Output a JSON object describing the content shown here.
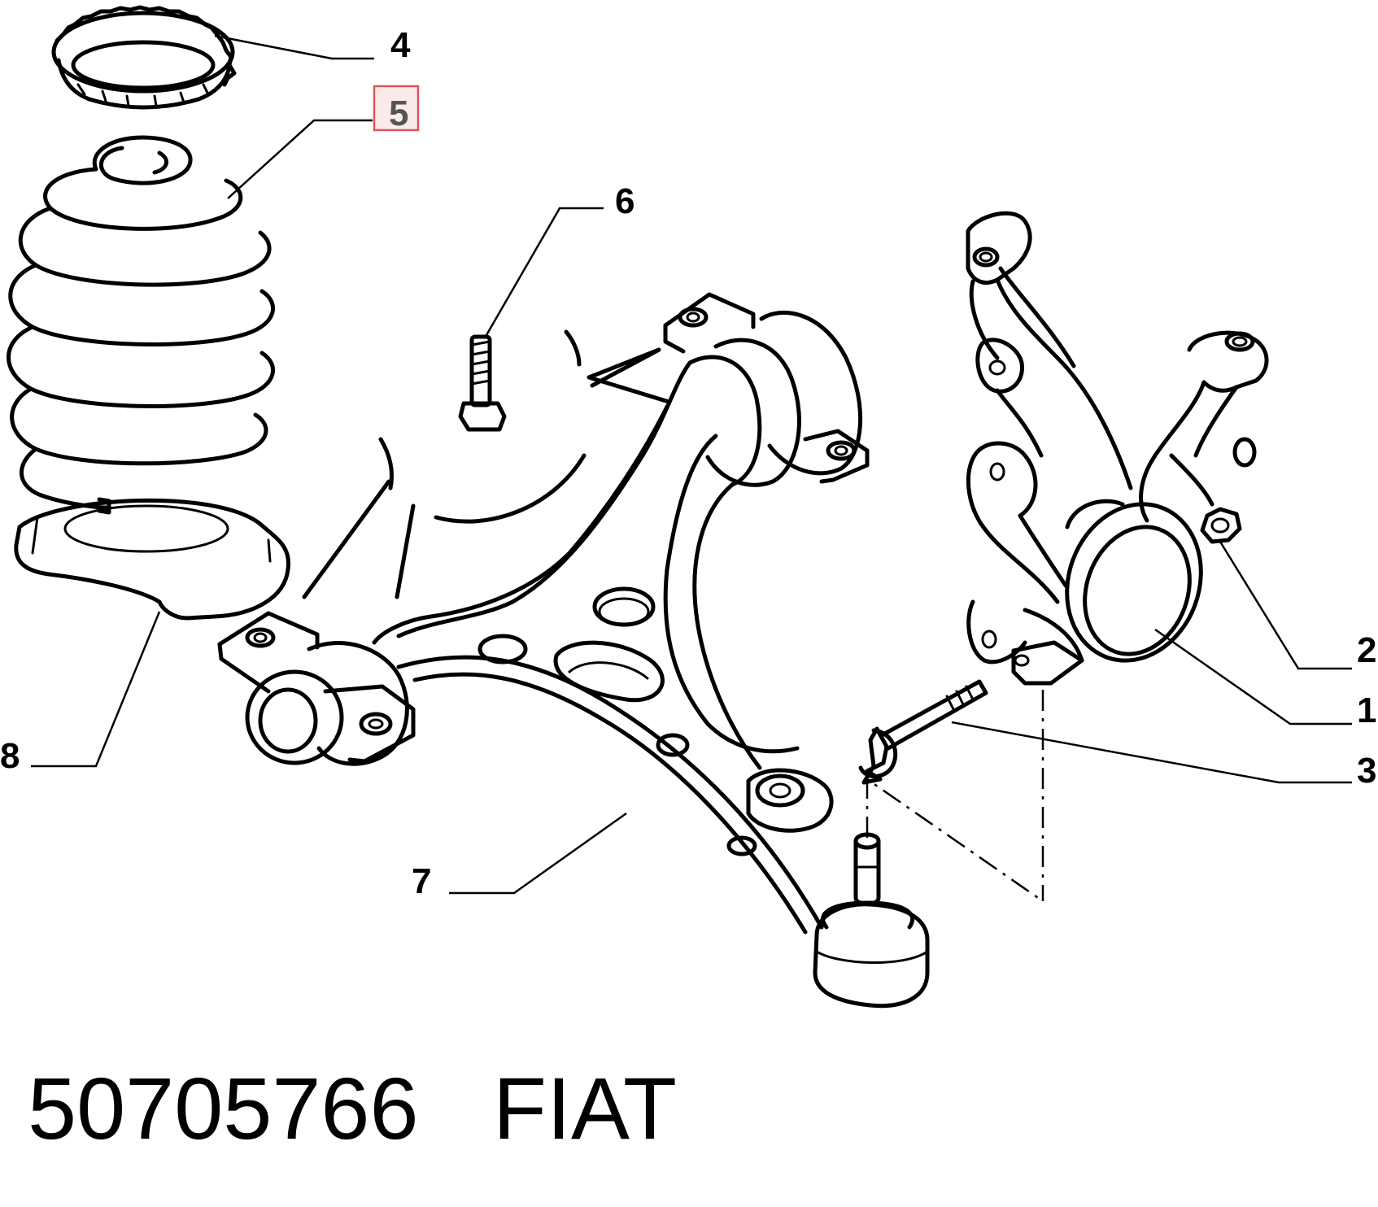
{
  "callouts": {
    "c1": "1",
    "c2": "2",
    "c3": "3",
    "c4": "4",
    "c5": "5",
    "c6": "6",
    "c7": "7",
    "c8": "8"
  },
  "highlighted_callout": "5",
  "footer": {
    "part_number": "50705766",
    "brand": "FIAT"
  },
  "colors": {
    "highlight_fill": "#fbeaea",
    "highlight_stroke": "#d9575d",
    "line": "#000000"
  }
}
